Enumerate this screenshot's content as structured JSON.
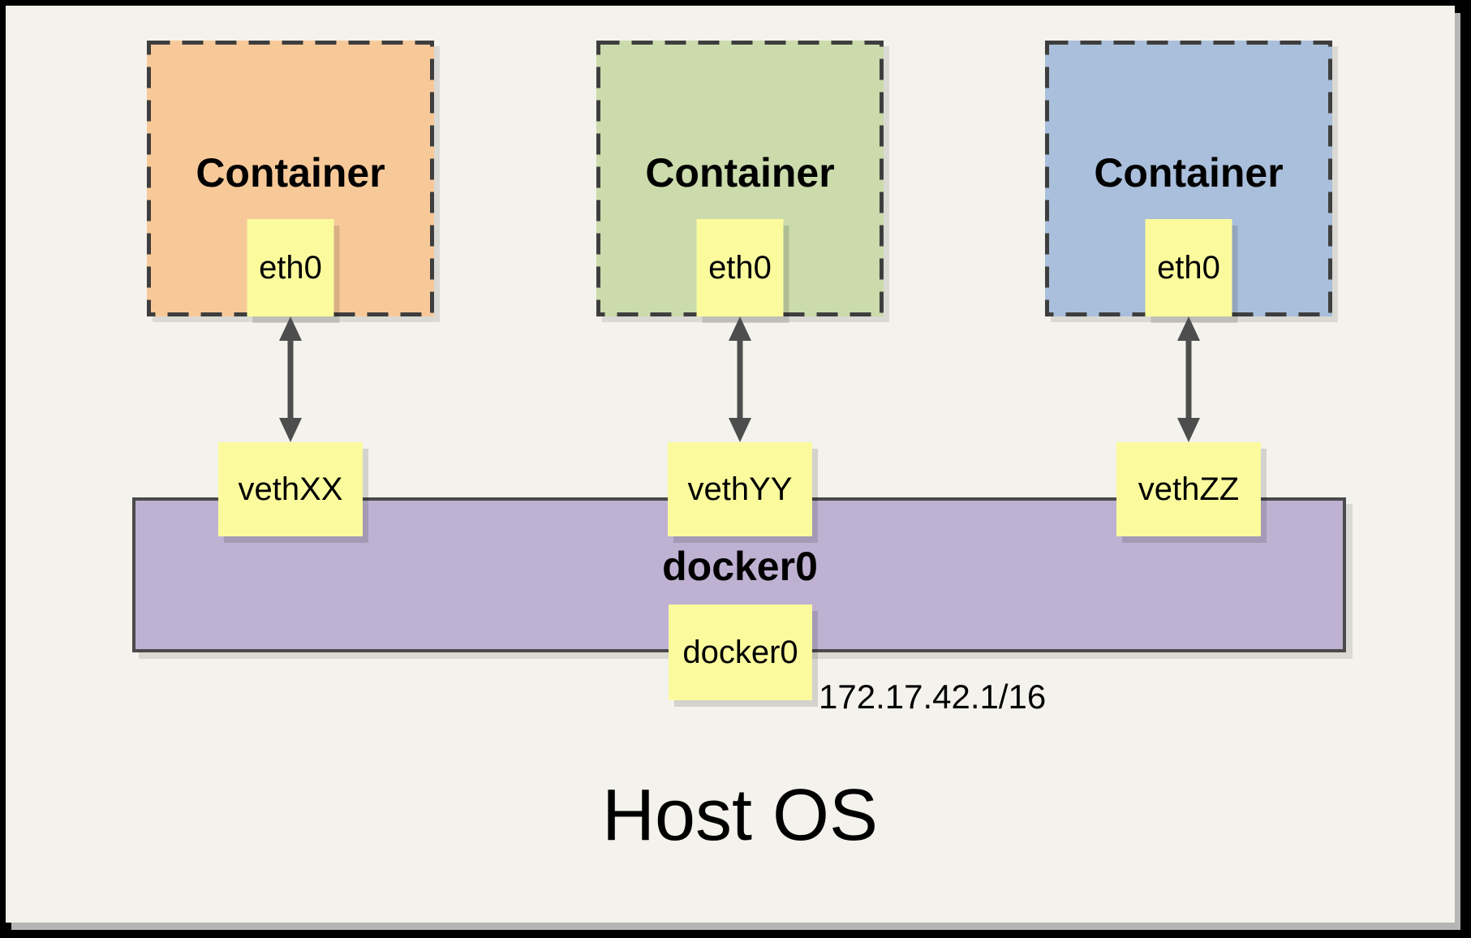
{
  "diagram": {
    "containers": [
      {
        "title": "Container",
        "interface": "eth0",
        "fill": "#F8C998"
      },
      {
        "title": "Container",
        "interface": "eth0",
        "fill": "#CBDBAC"
      },
      {
        "title": "Container",
        "interface": "eth0",
        "fill": "#A9BFDB"
      }
    ],
    "veth_interfaces": [
      {
        "label": "vethXX"
      },
      {
        "label": "vethYY"
      },
      {
        "label": "vethZZ"
      }
    ],
    "bridge": {
      "label": "docker0",
      "interface": "docker0",
      "ip": "172.17.42.1/16",
      "fill": "#BEB1D2"
    },
    "host": {
      "label": "Host OS"
    }
  },
  "colors": {
    "background": "#F4F2EC",
    "frame": "#000000",
    "frame_shadow": "#B5B5B5",
    "interface_yellow": "#FBFB9E",
    "dashed_border": "#3E3E3E",
    "bar_border": "#4A4A4A",
    "arrow_gray": "#4D4D4D"
  }
}
